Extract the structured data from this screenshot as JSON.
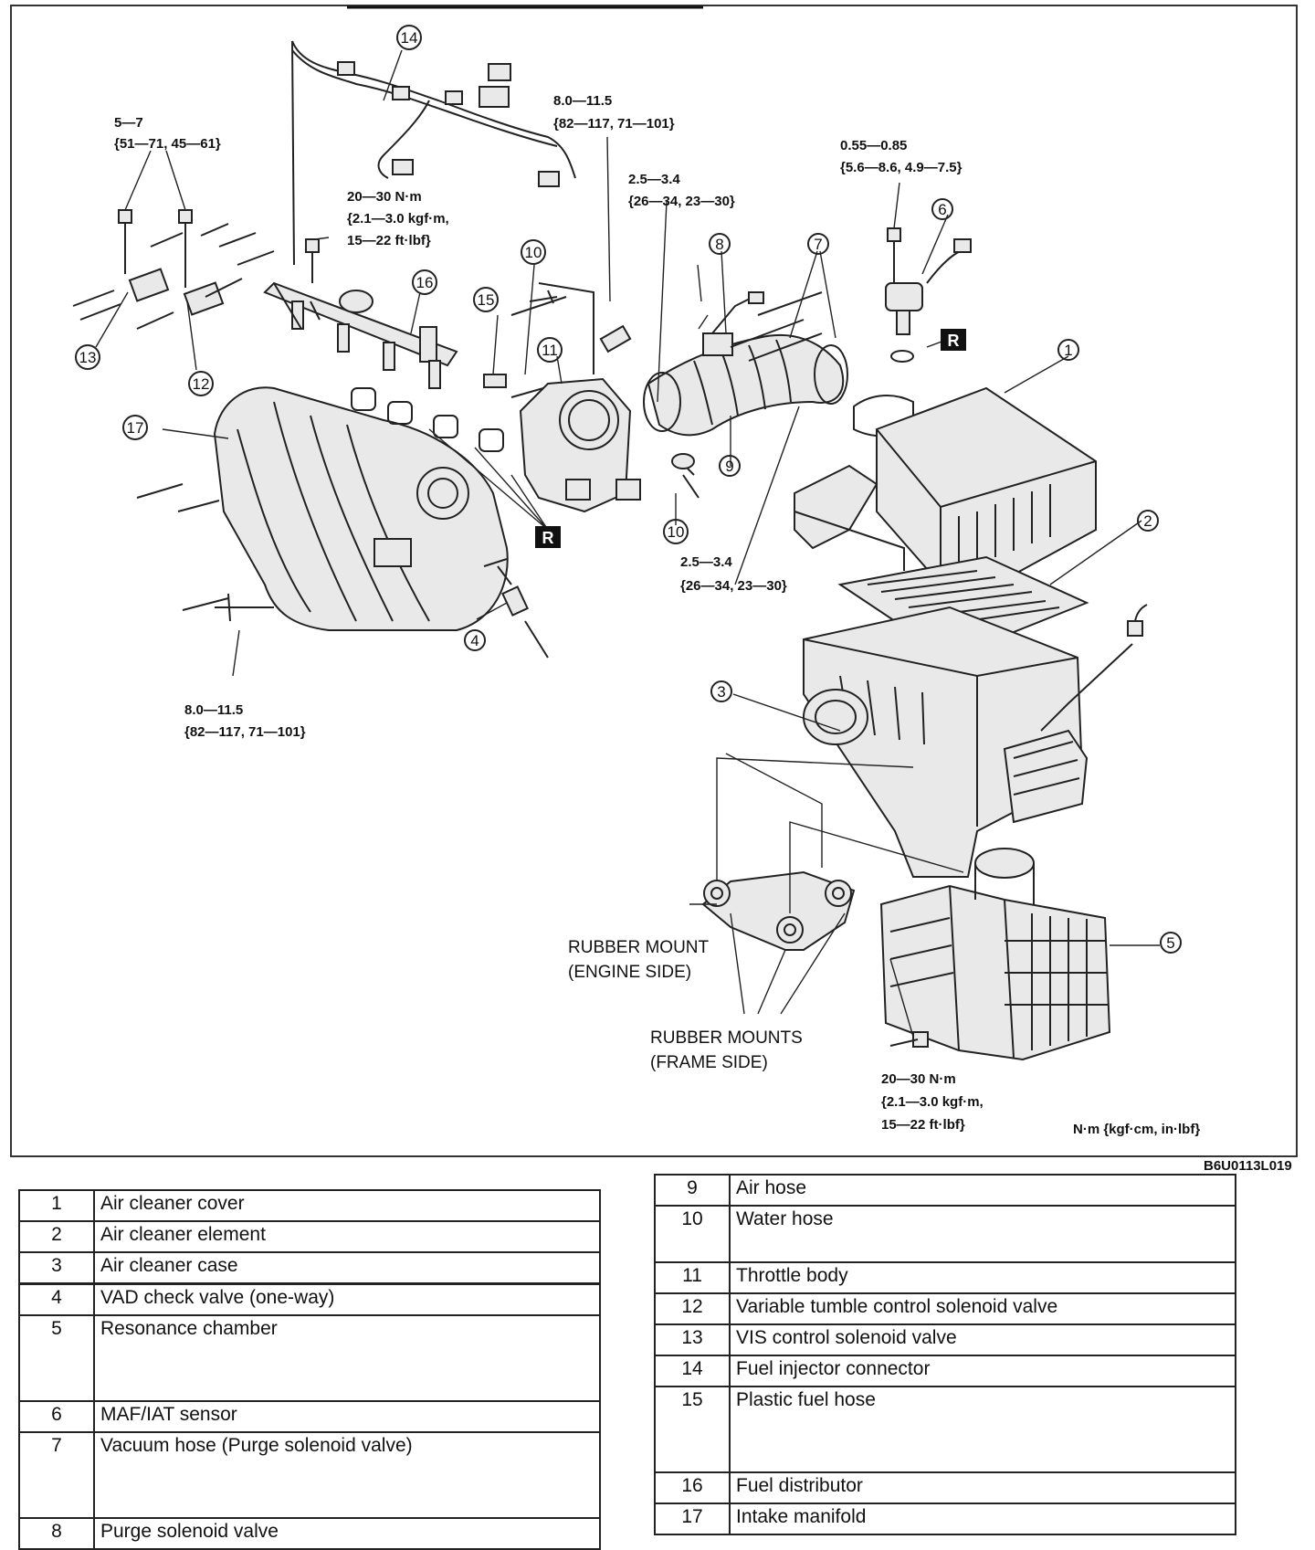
{
  "diagram_id": "B6U0113L019",
  "unit_legend": "N·m {kgf·cm, in·lbf}",
  "torque_specs": {
    "t_5_7_a": "5—7",
    "t_5_7_b": "{51—71, 45—61}",
    "t_8_0_top_a": "8.0—11.5",
    "t_8_0_top_b": "{82—117, 71—101}",
    "t_055_a": "0.55—0.85",
    "t_055_b": "{5.6—8.6, 4.9—7.5}",
    "t_20_top_a": "20—30 N·m",
    "t_20_top_b": "{2.1—3.0 kgf·m,",
    "t_20_top_c": "15—22 ft·lbf}",
    "t_25_top_a": "2.5—3.4",
    "t_25_top_b": "{26—34, 23—30}",
    "t_25_mid_a": "2.5—3.4",
    "t_25_mid_b": "{26—34, 23—30}",
    "t_8_0_bot_a": "8.0—11.5",
    "t_8_0_bot_b": "{82—117, 71—101}",
    "t_20_bot_a": "20—30 N·m",
    "t_20_bot_b": "{2.1—3.0 kgf·m,",
    "t_20_bot_c": "15—22 ft·lbf}"
  },
  "captions": {
    "rubber_mount_a": "RUBBER MOUNT",
    "rubber_mount_b": "(ENGINE SIDE)",
    "rubber_mounts_a": "RUBBER MOUNTS",
    "rubber_mounts_b": "(FRAME SIDE)"
  },
  "badge_text": "R",
  "callouts": {
    "c1": "1",
    "c2": "2",
    "c3": "3",
    "c4": "4",
    "c5": "5",
    "c6": "6",
    "c7": "7",
    "c8": "8",
    "c9": "9",
    "c10a": "10",
    "c10b": "10",
    "c11": "11",
    "c12": "12",
    "c13": "13",
    "c14": "14",
    "c15": "15",
    "c16": "16",
    "c17": "17"
  },
  "parts_left": [
    {
      "num": "1",
      "name": "Air cleaner cover"
    },
    {
      "num": "2",
      "name": "Air cleaner element"
    },
    {
      "num": "3",
      "name": "Air cleaner case"
    },
    {
      "num": "4",
      "name": "VAD check valve (one-way)"
    },
    {
      "num": "5",
      "name": "Resonance chamber"
    },
    {
      "num": "6",
      "name": "MAF/IAT sensor"
    },
    {
      "num": "7",
      "name": "Vacuum hose (Purge solenoid valve)"
    },
    {
      "num": "8",
      "name": "Purge solenoid valve"
    }
  ],
  "parts_right": [
    {
      "num": "9",
      "name": "Air hose"
    },
    {
      "num": "10",
      "name": "Water hose"
    },
    {
      "num": "11",
      "name": "Throttle body"
    },
    {
      "num": "12",
      "name": "Variable tumble control solenoid valve"
    },
    {
      "num": "13",
      "name": "VIS control solenoid valve"
    },
    {
      "num": "14",
      "name": "Fuel injector connector"
    },
    {
      "num": "15",
      "name": "Plastic fuel hose"
    },
    {
      "num": "16",
      "name": "Fuel distributor"
    },
    {
      "num": "17",
      "name": "Intake manifold"
    }
  ]
}
